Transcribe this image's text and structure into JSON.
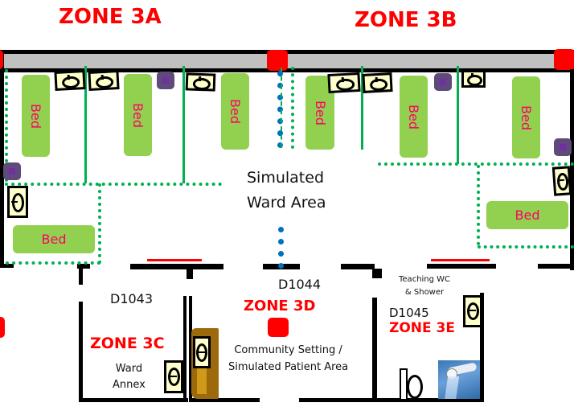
{
  "zones": {
    "a": "ZONE 3A",
    "b": "ZONE 3B",
    "c": "ZONE 3C",
    "d": "ZONE 3D",
    "e": "ZONE 3E"
  },
  "rooms": {
    "d1043": "D1043",
    "d1044": "D1044",
    "d1045": "D1045"
  },
  "labels": {
    "simulated_ward_line1": "Simulated",
    "simulated_ward_line2": "Ward Area",
    "ward_annex_line1": "Ward",
    "ward_annex_line2": "Annex",
    "community_line1": "Community Setting /",
    "community_line2": "Simulated Patient Area",
    "teaching_wc_line1": "Teaching WC",
    "teaching_wc_line2": "& Shower"
  },
  "bed_label": "Bed",
  "beds": [
    "Bed",
    "Bed",
    "Bed",
    "Bed",
    "Bed",
    "Bed",
    "Bed",
    "Bed"
  ],
  "icons": [
    "sink-icon",
    "toilet-icon",
    "shower-icon",
    "hand-gel-icon",
    "alarm-marker-icon"
  ],
  "colors": {
    "zone_text": "#ff0000",
    "bed_fill": "#92d050",
    "bed_text": "#ff0066",
    "curtain": "#00b050",
    "divider": "#0070c0",
    "corridor": "#c0c0c0",
    "gel": "#604a7b"
  }
}
